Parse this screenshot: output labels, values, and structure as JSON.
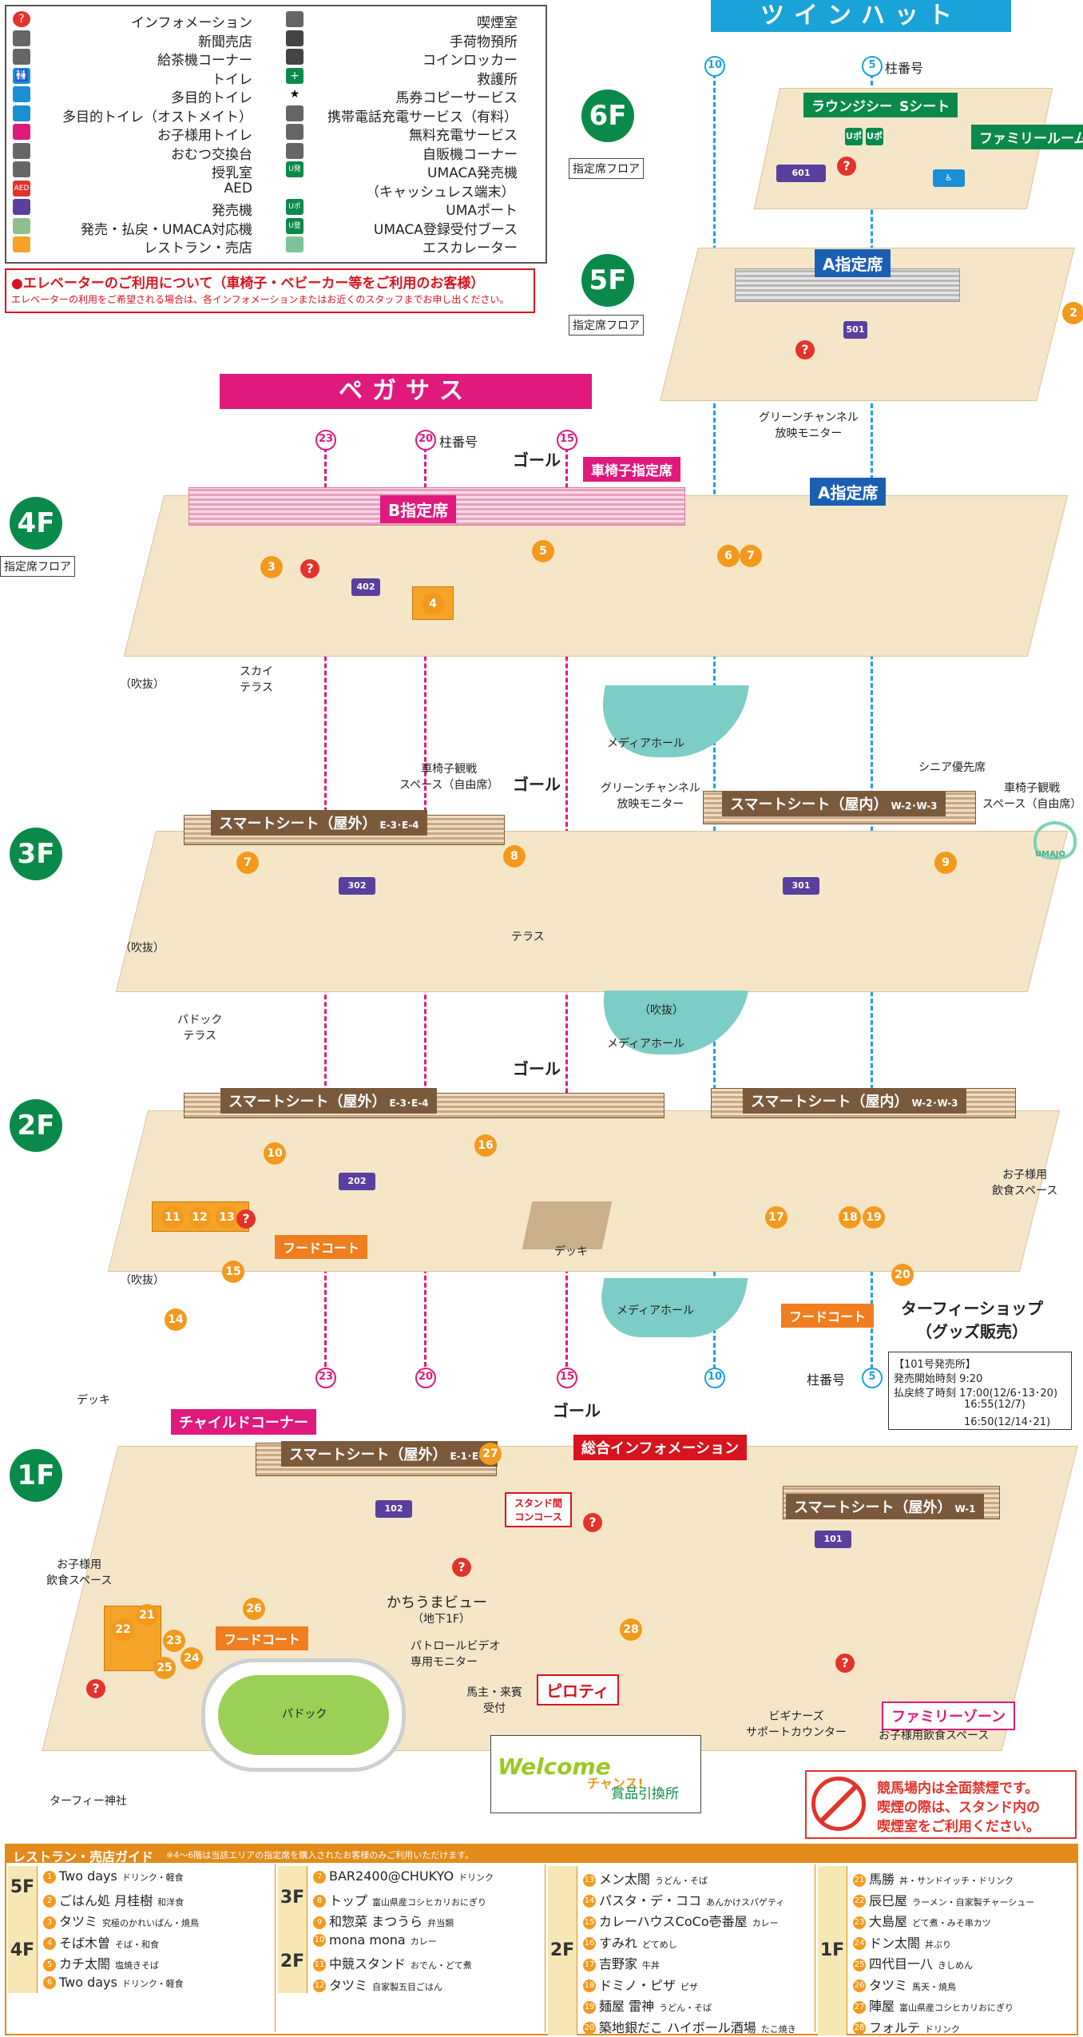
{
  "legend": {
    "left": [
      {
        "icon": "info-icon",
        "label": "インフォメーション"
      },
      {
        "icon": "newsstand-icon",
        "label": "新聞売店"
      },
      {
        "icon": "water-cooler-icon",
        "label": "給茶機コーナー"
      },
      {
        "icon": "toilet-icon",
        "label": "トイレ"
      },
      {
        "icon": "multipurpose-toilet-icon",
        "label": "多目的トイレ"
      },
      {
        "icon": "ostomate-toilet-icon",
        "label": "多目的トイレ（オストメイト）"
      },
      {
        "icon": "child-toilet-icon",
        "label": "お子様用トイレ"
      },
      {
        "icon": "diaper-icon",
        "label": "おむつ交換台"
      },
      {
        "icon": "nursing-icon",
        "label": "授乳室"
      },
      {
        "icon": "aed-icon",
        "label": "AED",
        "text": "AED"
      },
      {
        "icon": "ticket-machine-icon",
        "label": "発売機"
      },
      {
        "icon": "umaca-machine-icon",
        "label": "発売・払戻・UMACA対応機"
      },
      {
        "icon": "restaurant-icon",
        "label": "レストラン・売店"
      }
    ],
    "right": [
      {
        "icon": "smoking-icon",
        "label": "喫煙室"
      },
      {
        "icon": "baggage-icon",
        "label": "手荷物預所"
      },
      {
        "icon": "locker-icon",
        "label": "コインロッカー"
      },
      {
        "icon": "first-aid-icon",
        "label": "救護所"
      },
      {
        "icon": "star-icon",
        "label": "馬券コピーサービス"
      },
      {
        "icon": "phone-charge-icon",
        "label": "携帯電話充電サービス（有料）"
      },
      {
        "icon": "free-charge-icon",
        "label": "無料充電サービス"
      },
      {
        "icon": "vending-icon",
        "label": "自販機コーナー"
      },
      {
        "icon": "umaca-ticket-icon",
        "label": "UMACA発売機",
        "text": "U発",
        "note": "（キャッシュレス端末）"
      },
      {
        "icon": "umaca-port-icon",
        "label": "UMAポート",
        "text": "Uポ"
      },
      {
        "icon": "umaca-reg-icon",
        "label": "UMACA登録受付ブース",
        "text": "U登"
      },
      {
        "icon": "escalator-icon",
        "label": "エスカレーター"
      }
    ]
  },
  "elevator": {
    "title": "●エレベーターのご利用について（車椅子・ベビーカー等をご利用のお客様）",
    "body": "エレベーターの利用をご希望される場合は、各インフォメーションまたはお近くのスタッフまでお申し出ください。"
  },
  "buildings": {
    "twin": "ツインハット",
    "pegasus": "ペガサス"
  },
  "pillar_label": "柱番号",
  "pillars": {
    "p5": "5",
    "p10": "10",
    "p15": "15",
    "p20": "20",
    "p23": "23"
  },
  "floors": {
    "f6": {
      "badge": "6F",
      "sub": "指定席フロア",
      "lounge": "ラウンジシート",
      "s_seat": "Sシート",
      "family_room": "ファミリールーム",
      "room": "601"
    },
    "f5": {
      "badge": "5F",
      "sub": "指定席フロア",
      "a_seat": "A指定席",
      "room": "501",
      "monitor": "グリーンチャンネル\n放映モニター",
      "shop": "2"
    },
    "f4": {
      "badge": "4F",
      "sub": "指定席フロア",
      "b_seat": "B指定席",
      "a_seat": "A指定席",
      "wheelchair": "車椅子指定席",
      "goal": "ゴール",
      "room": "402",
      "sky": "スカイ\nテラス",
      "atrium": "（吹抜）",
      "media": "メディアホール",
      "shops": [
        "3",
        "4",
        "5",
        "6",
        "7"
      ]
    },
    "f3": {
      "badge": "3F",
      "smart_out": "スマートシート（屋外）",
      "smart_out_sub": "E-3･E-4",
      "smart_in": "スマートシート（屋内）",
      "smart_in_sub": "W-2･W-3",
      "wheel_area": "車椅子観戦\nスペース（自由席）",
      "goal": "ゴール",
      "monitor": "グリーンチャンネル\n放映モニター",
      "senior": "シニア優先席",
      "wheel_area2": "車椅子観戦\nスペース（自由席）",
      "room302": "302",
      "room301": "301",
      "terrace": "テラス",
      "atrium": "（吹抜）",
      "paddock": "パドック\nテラス",
      "media": "メディアホール",
      "umajo": "UMAJO",
      "shops": [
        "7",
        "8",
        "9"
      ]
    },
    "f2": {
      "badge": "2F",
      "smart_out": "スマートシート（屋外）",
      "smart_out_sub": "E-3･E-4",
      "smart_in": "スマートシート（屋内）",
      "smart_in_sub": "W-2･W-3",
      "goal": "ゴール",
      "room": "202",
      "deck": "デッキ",
      "deck2": "デッキ",
      "atrium": "（吹抜）",
      "media": "メディアホール",
      "kids": "お子様用\n飲食スペース",
      "food_court": "フードコート",
      "food_court2": "フードコート",
      "turfy": "ターフィーショップ\n（グッズ販売）",
      "shops": [
        "10",
        "11",
        "12",
        "13",
        "14",
        "15",
        "16",
        "17",
        "18",
        "19",
        "20"
      ]
    },
    "f1": {
      "badge": "1F",
      "child": "チャイルドコーナー",
      "smart_out": "スマートシート（屋外）",
      "smart_out_sub": "E-1･E-2",
      "smart_out_w": "スマートシート（屋外）",
      "smart_out_w_sub": "W-1",
      "goal": "ゴール",
      "info_main": "総合インフォメーション",
      "stand_concourse": "スタンド間\nコンコース",
      "room102": "102",
      "room101": "101",
      "kachi": "かちうまビュー",
      "kachi_sub": "（地下1F）",
      "patrol": "パトロールビデオ\n専用モニター",
      "owner": "馬主・来賓\n受付",
      "piloti": "ピロティ",
      "beginner": "ビギナーズ\nサポートカウンター",
      "family_zone": "ファミリーゾーン",
      "kids_space": "お子様用飲食スペース",
      "kids_space2": "お子様用\n飲食スペース",
      "food_court": "フードコート",
      "paddock": "パドック",
      "shrine": "ターフィー神社",
      "welcome": "Welcome",
      "welcome_sub": "チャンス!",
      "prize": "賞品引換所",
      "shops": [
        "21",
        "22",
        "23",
        "24",
        "25",
        "26",
        "27",
        "28"
      ]
    }
  },
  "schedule": {
    "title": "【101号発売所】",
    "l1": "発売開始時刻 9:20",
    "l2": "払戻終了時刻 17:00(12/6･13･20)",
    "l3": "16:55(12/7)",
    "l4": "16:50(12/14･21)"
  },
  "nosmoke": {
    "l1": "競馬場内は全面禁煙です。",
    "l2": "喫煙の際は、スタンド内の",
    "l3": "喫煙室をご利用ください。"
  },
  "guide": {
    "title": "レストラン・売店ガイド",
    "note": "※4〜6階は当該エリアの指定席を購入されたお客様のみご利用いただけます。",
    "col1": [
      {
        "floor": "5F",
        "items": [
          {
            "n": "1",
            "name": "Two days",
            "cat": "ドリンク・軽食"
          },
          {
            "n": "2",
            "name": "ごはん処 月桂樹",
            "cat": "和洋食"
          }
        ]
      },
      {
        "floor": "4F",
        "items": [
          {
            "n": "3",
            "name": "タツミ",
            "cat": "究極のかれいぱん・焼鳥"
          },
          {
            "n": "4",
            "name": "そば木曽",
            "cat": "そば・和食"
          },
          {
            "n": "5",
            "name": "カチ太閤",
            "cat": "塩焼きそば"
          },
          {
            "n": "6",
            "name": "Two days",
            "cat": "ドリンク・軽食"
          }
        ]
      }
    ],
    "col2": [
      {
        "floor": "3F",
        "items": [
          {
            "n": "7",
            "name": "BAR2400@CHUKYO",
            "cat": "ドリンク"
          },
          {
            "n": "8",
            "name": "トップ",
            "cat": "富山県産コシヒカリおにぎり"
          },
          {
            "n": "9",
            "name": "和惣菜 まつうら",
            "cat": "弁当類"
          }
        ]
      },
      {
        "floor": "2F",
        "items": [
          {
            "n": "10",
            "name": "mona mona",
            "cat": "カレー"
          },
          {
            "n": "11",
            "name": "中競スタンド",
            "cat": "おでん・どて煮"
          },
          {
            "n": "12",
            "name": "タツミ",
            "cat": "自家製五目ごはん"
          }
        ]
      }
    ],
    "col3": [
      {
        "floor": "2F",
        "items": [
          {
            "n": "13",
            "name": "メン太閤",
            "cat": "うどん・そば"
          },
          {
            "n": "14",
            "name": "パスタ・デ・ココ",
            "cat": "あんかけスパゲティ"
          },
          {
            "n": "15",
            "name": "カレーハウスCoCo壱番屋",
            "cat": "カレー"
          },
          {
            "n": "16",
            "name": "すみれ",
            "cat": "どてめし"
          },
          {
            "n": "17",
            "name": "吉野家",
            "cat": "牛丼"
          },
          {
            "n": "18",
            "name": "ドミノ・ピザ",
            "cat": "ピザ"
          },
          {
            "n": "19",
            "name": "麺屋 雷神",
            "cat": "うどん・そば"
          },
          {
            "n": "20",
            "name": "築地銀だこ ハイボール酒場",
            "cat": "たこ焼き"
          }
        ]
      }
    ],
    "col4": [
      {
        "floor": "1F",
        "items": [
          {
            "n": "21",
            "name": "馬勝",
            "cat": "丼・サンドイッチ・ドリンク"
          },
          {
            "n": "22",
            "name": "辰巳屋",
            "cat": "ラーメン・自家製チャーシュー"
          },
          {
            "n": "23",
            "name": "大島屋",
            "cat": "どて煮・みそ串カツ"
          },
          {
            "n": "24",
            "name": "ドン太閤",
            "cat": "丼ぶり"
          },
          {
            "n": "25",
            "name": "四代目一八",
            "cat": "きしめん"
          },
          {
            "n": "26",
            "name": "タツミ",
            "cat": "馬天・焼鳥"
          },
          {
            "n": "27",
            "name": "陣屋",
            "cat": "富山県産コシヒカリおにぎり"
          },
          {
            "n": "28",
            "name": "フォルテ",
            "cat": "ドリンク"
          }
        ]
      }
    ]
  },
  "colors": {
    "green": "#0a8a4a",
    "pink": "#e0197d",
    "cyan": "#1aa3d9",
    "brown": "#7b5a3c",
    "orange": "#f39a1e",
    "red": "#e4332a",
    "purple": "#5a3f9e"
  }
}
